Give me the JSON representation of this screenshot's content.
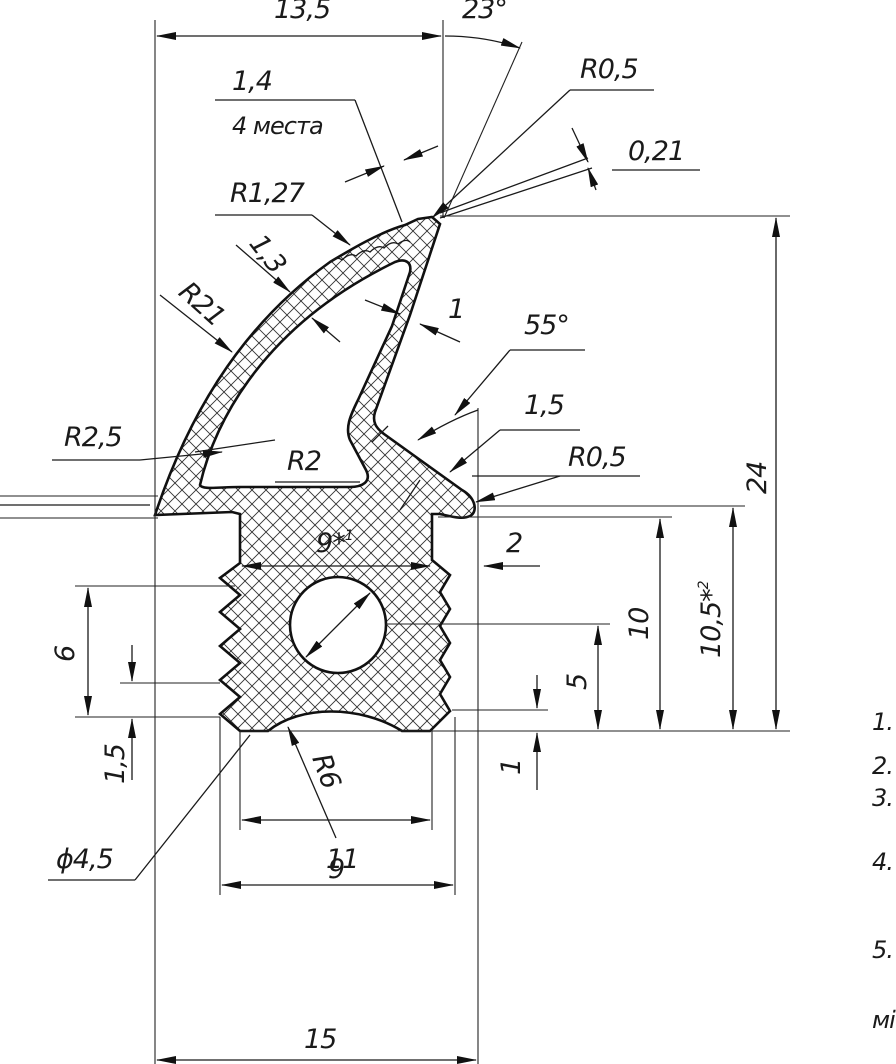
{
  "drawing": {
    "dimensions": {
      "top_width": "13,5",
      "angle_tip": "23°",
      "tip_radius": "R0,5",
      "wall_14": "1,4",
      "places": "4 места",
      "gap_021": "0,21",
      "r127": "R1,27",
      "wall_13": "1,3",
      "r21": "R21",
      "wall_1": "1",
      "angle_55": "55°",
      "r25": "R2,5",
      "wall_15": "1,5",
      "r2": "R2",
      "r05_right": "R0,5",
      "neck_9": "9",
      "neck_9_mark": "*",
      "neck_9_sup": "1",
      "step_2": "2",
      "h24": "24",
      "h105": "10,5",
      "h105_mark": "*",
      "h105_sup": "2",
      "h10": "10",
      "h6": "6",
      "h5": "5",
      "h15": "1,5",
      "h1": "1",
      "r6": "R6",
      "dia45": "ϕ4,5",
      "w9": "9",
      "w11": "11",
      "w15": "15"
    },
    "notes_numbers": [
      "1.",
      "2.",
      "3.",
      "4.",
      "5."
    ],
    "notes_tail": "мі"
  }
}
